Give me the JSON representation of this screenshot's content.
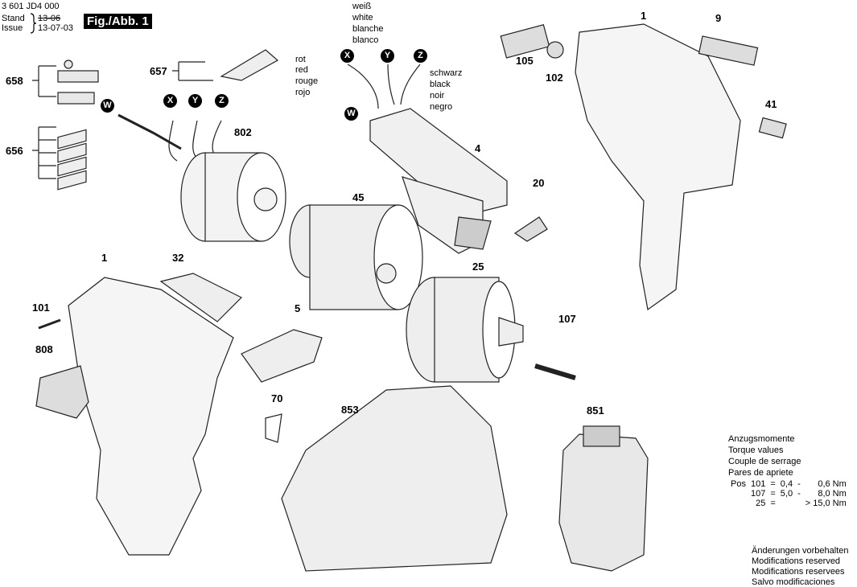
{
  "header": {
    "part_number": "3 601 JD4 000",
    "stand_label": "Stand",
    "issue_label": "Issue",
    "stand_value": "13-06",
    "issue_value": "13-07-03",
    "figure": "Fig./Abb. 1"
  },
  "wire_colors": {
    "x": {
      "marker": "X",
      "de": "rot",
      "en": "red",
      "fr": "rouge",
      "es": "rojo"
    },
    "y": {
      "marker": "Y",
      "de": "weiß",
      "en": "white",
      "fr": "blanche",
      "es": "blanco"
    },
    "z": {
      "marker": "Z",
      "de": "schwarz",
      "en": "black",
      "fr": "noir",
      "es": "negro"
    },
    "w": {
      "marker": "W"
    }
  },
  "part_labels": {
    "p658": "658",
    "p657": "657",
    "p656": "656",
    "p802": "802",
    "p45": "45",
    "p4": "4",
    "p20": "20",
    "p105": "105",
    "p102": "102",
    "p1a": "1",
    "p9": "9",
    "p41": "41",
    "p1b": "1",
    "p32": "32",
    "p101": "101",
    "p808": "808",
    "p5": "5",
    "p25": "25",
    "p107": "107",
    "p70": "70",
    "p853": "853",
    "p851": "851"
  },
  "torque": {
    "title_de": "Anzugsmomente",
    "title_en": "Torque values",
    "title_fr": "Couple de serrage",
    "title_es": "Pares de apriete",
    "pos_label": "Pos",
    "rows": [
      {
        "pos": "101",
        "eq": "=",
        "min": "0,4",
        "dash": "-",
        "max": "0,6 Nm"
      },
      {
        "pos": "107",
        "eq": "=",
        "min": "5,0",
        "dash": "-",
        "max": "8,0 Nm"
      },
      {
        "pos": "25",
        "eq": "=",
        "min": "",
        "dash": "",
        "max": "> 15,0 Nm"
      }
    ]
  },
  "notice": {
    "de": "Änderungen vorbehalten",
    "en": "Modifications reserved",
    "fr": "Modifications reservees",
    "es": "Salvo modificaciones"
  }
}
